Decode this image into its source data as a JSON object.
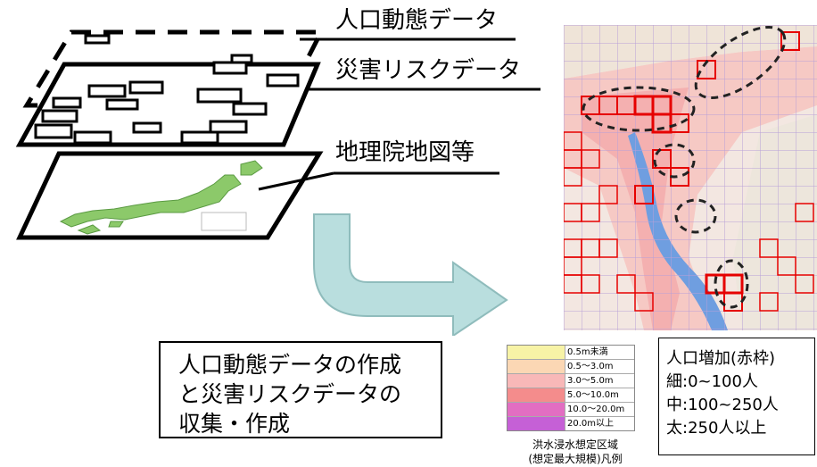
{
  "layers": {
    "population_label": "人口動態データ",
    "risk_label": "災害リスクデータ",
    "basemap_label": "地理院地図等"
  },
  "caption": {
    "line1": "人口動態データの作成",
    "line2": "と災害リスクデータの",
    "line3": "収集・作成"
  },
  "legend": {
    "rows": [
      {
        "label": "0.5m未満",
        "color": "#f7f3a6"
      },
      {
        "label": "0.5〜3.0m",
        "color": "#fbd7b4"
      },
      {
        "label": "3.0〜5.0m",
        "color": "#f8b8b8"
      },
      {
        "label": "5.0〜10.0m",
        "color": "#f48c8c"
      },
      {
        "label": "10.0〜20.0m",
        "color": "#e26ec2"
      },
      {
        "label": "20.0m以上",
        "color": "#c560d6"
      }
    ],
    "caption_line1": "洪水浸水想定区域",
    "caption_line2": "(想定最大規模)凡例"
  },
  "population": {
    "title": "人口増加(赤枠)",
    "thin": "細:0~100人",
    "medium": "中:100~250人",
    "thick": "太:250人以上"
  },
  "colors": {
    "red": "#e60000",
    "arrow": "#b9dede",
    "map_green": "#8cc96a"
  }
}
